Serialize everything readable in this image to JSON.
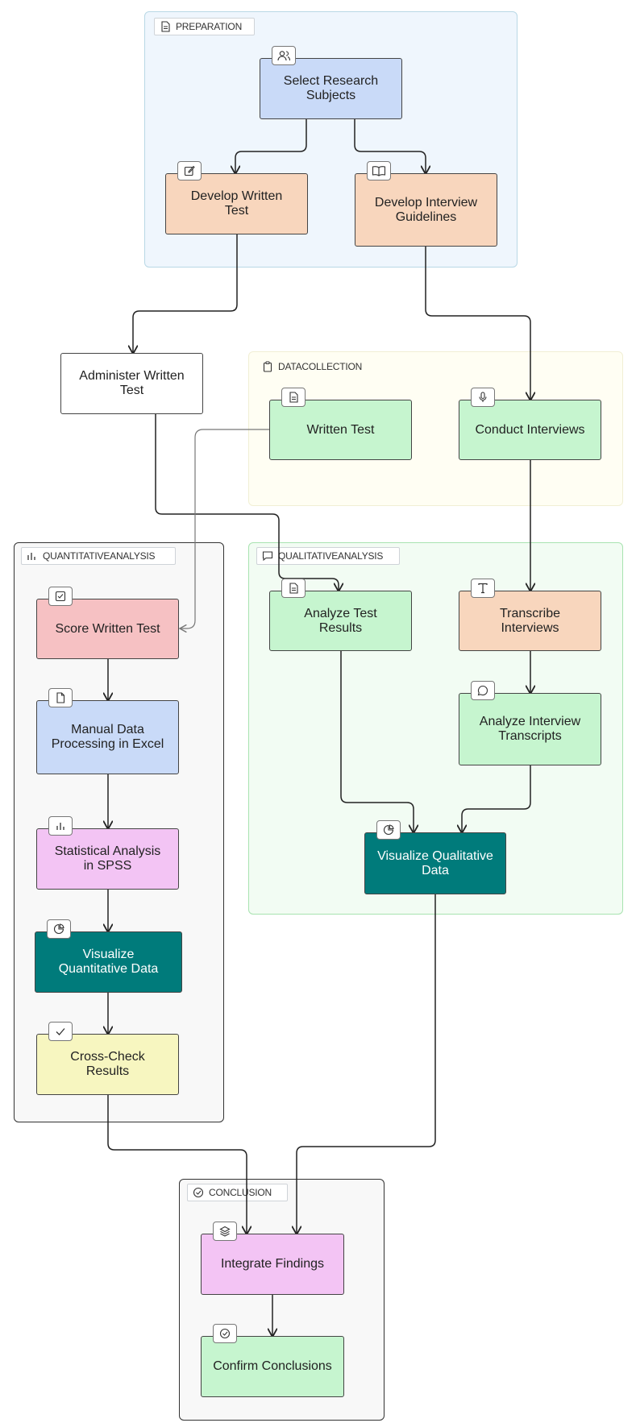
{
  "groups": {
    "preparation": "PREPARATION",
    "data_collection": "DATACOLLECTION",
    "quantitative_analysis": "QUANTITATIVEANALYSIS",
    "qualitative_analysis": "QUALITATIVEANALYSIS",
    "conclusion": "CONCLUSION"
  },
  "nodes": {
    "select_research_subjects": "Select Research Subjects",
    "develop_written_test": "Develop Written Test",
    "develop_interview_guidelines": "Develop Interview Guidelines",
    "administer_written_test": "Administer Written Test",
    "written_test": "Written Test",
    "conduct_interviews": "Conduct Interviews",
    "score_written_test": "Score Written Test",
    "manual_data_processing": "Manual Data Processing in Excel",
    "statistical_analysis": "Statistical Analysis in SPSS",
    "visualize_quantitative": "Visualize Quantitative Data",
    "cross_check_results": "Cross-Check Results",
    "analyze_test_results": "Analyze Test Results",
    "transcribe_interviews": "Transcribe Interviews",
    "analyze_interview_transcripts": "Analyze Interview Transcripts",
    "visualize_qualitative": "Visualize Qualitative Data",
    "integrate_findings": "Integrate Findings",
    "confirm_conclusions": "Confirm Conclusions"
  },
  "colors": {
    "blue": "#c9daf8",
    "orange": "#f8d6bd",
    "green": "#c6f5cf",
    "red": "#f6c1c3",
    "pink": "#f3c4f4",
    "teal": "#007b7b",
    "yellow": "#f7f6c0",
    "white": "#ffffff"
  }
}
